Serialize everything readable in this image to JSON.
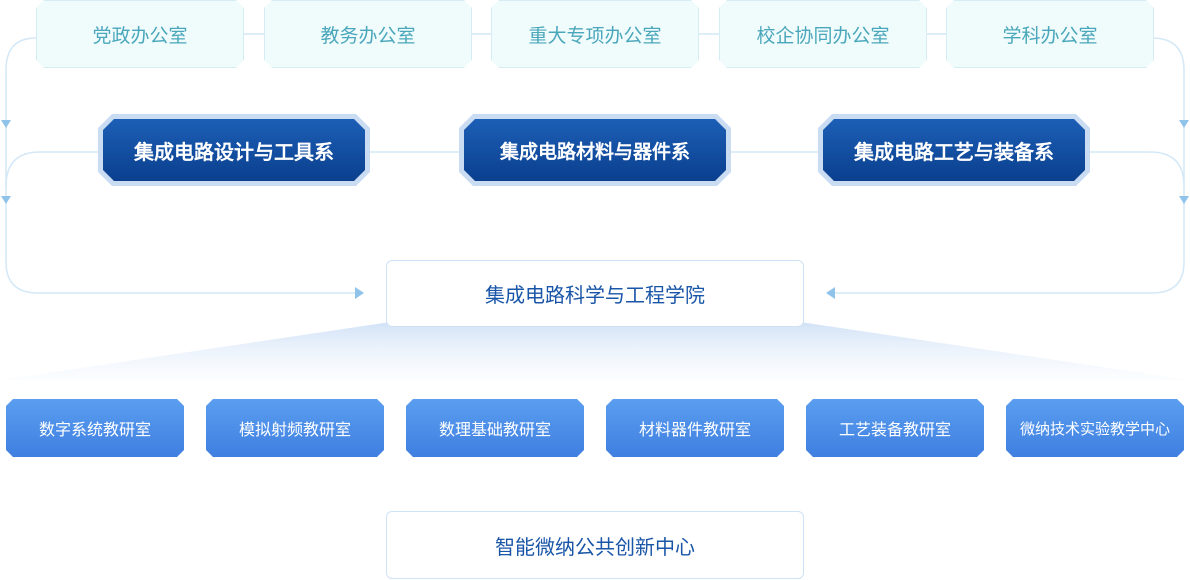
{
  "offices": [
    "党政办公室",
    "教务办公室",
    "重大专项办公室",
    "校企协同办公室",
    "学科办公室"
  ],
  "departments": [
    "集成电路设计与工具系",
    "集成电路材料与器件系",
    "集成电路工艺与装备系"
  ],
  "college": "集成电路科学与工程学院",
  "labs": [
    "数字系统教研室",
    "模拟射频教研室",
    "数理基础教研室",
    "材料器件教研室",
    "工艺装备教研室",
    "微纳技术实验教学中心"
  ],
  "center": "智能微纳公共创新中心",
  "colors": {
    "office_bg": "#f0fbfc",
    "office_text": "#4aa7bb",
    "dept_bg": "#0b3f8e",
    "lab_bg": "#4a8ee8",
    "connector": "#d4e8f7",
    "college_text": "#1a56a8"
  }
}
